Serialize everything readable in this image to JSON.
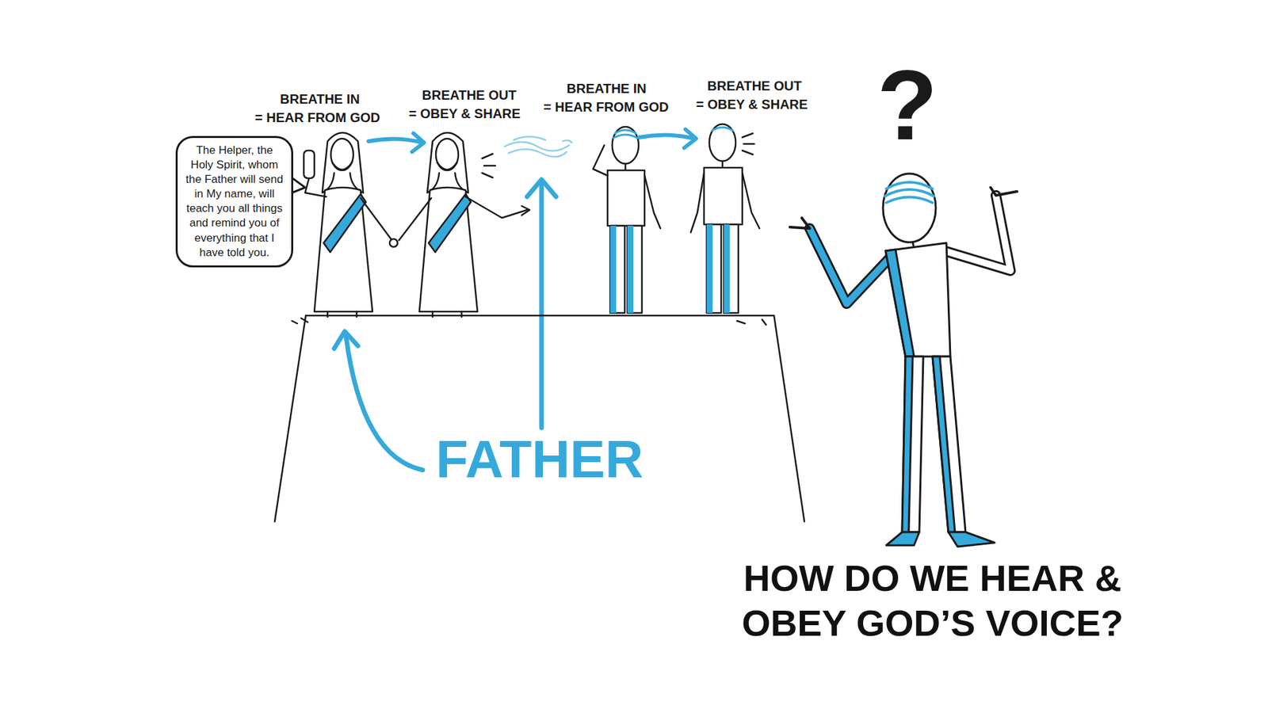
{
  "diagram": {
    "title": "HOW DO WE HEAR & OBEY GOD’S VOICE?",
    "nodes": [
      {
        "text": [
          "The Helper, the Holy Spirit, whom the Father will send in My name, will teach you all things and remind you of everything that I have told you."
        ]
      },
      {
        "text": [
          "FATHER"
        ]
      }
    ],
    "labels": [
      "BREATHE IN",
      "= HEAR FROM GOD",
      "BREATHE OUT",
      "= OBEY & SHARE",
      "BREATHE IN",
      "= HEAR FROM GOD",
      "BREATHE OUT",
      "= OBEY & SHARE",
      "?"
    ]
  }
}
